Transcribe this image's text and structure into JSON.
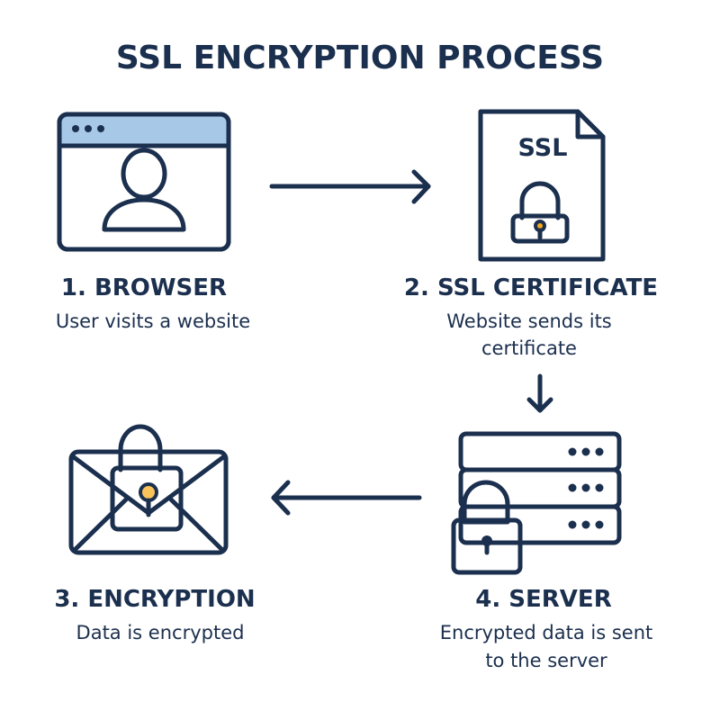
{
  "title": "SSL ENCRYPTION PROCESS",
  "steps": [
    {
      "label": "1. BROWSER",
      "description": [
        "User visits a website"
      ],
      "icon": "browser-user-icon"
    },
    {
      "label": "2. SSL CERTIFICATE",
      "description": [
        "Website sends its",
        "certificate"
      ],
      "icon": "ssl-certificate-icon",
      "badge": "SSL"
    },
    {
      "label": "3. ENCRYPTION",
      "description": [
        "Data is encrypted"
      ],
      "icon": "locked-envelope-icon"
    },
    {
      "label": "4. SERVER",
      "description": [
        "Encrypted data is sent",
        "to the server"
      ],
      "icon": "server-lock-icon"
    }
  ],
  "colors": {
    "ink": "#1b2f4e",
    "browser_bar": "#a8c8e8",
    "person": "#8fd0fb",
    "certificate": "#fdd26e",
    "lock_orange": "#f7a91c",
    "envelope": "#d8e4f0",
    "server": "#94d2fb",
    "lock_green": "#6ee8c8"
  }
}
